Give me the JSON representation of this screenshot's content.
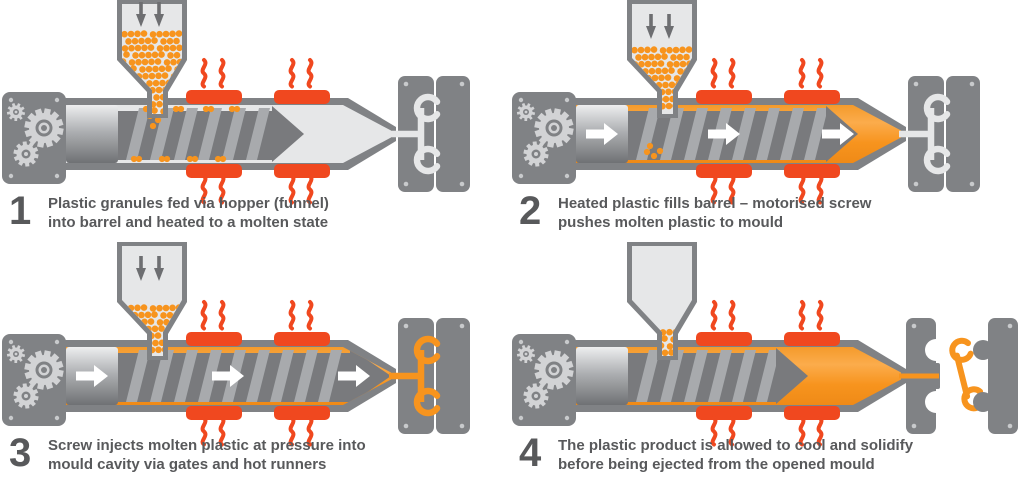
{
  "page": {
    "background": "#FFFFFF"
  },
  "colors": {
    "plastic_orange": "#F7941E",
    "plastic_orange_hi": "#FBAC4C",
    "plastic_orange_lo": "#EF8A17",
    "heater_red_orange": "#F0481F",
    "machine_grey": "#808285",
    "screw_dark_grey": "#797A7D",
    "screw_stripe_grey": "#A8AAAD",
    "light_grey": "#E6E7E8",
    "gear_light_grey": "#D2D3D5",
    "bolt_grey": "#C8CACC",
    "feed_arrow_grey": "#6D6E71",
    "flow_arrow_white": "#FFFFFF",
    "text_grey": "#58595B"
  },
  "steps": [
    {
      "number": "1",
      "caption_lines": [
        "Plastic granules fed via hopper (funnel)",
        "into barrel and heated to a molten state"
      ],
      "state": {
        "hopper": "full of orange granules",
        "feed_arrows": "two down-arrows above hopper",
        "barrel": "empty (light grey), granules entering around screw",
        "heater_bands": "on, heat waves above and below",
        "flow_arrows": 0,
        "mould": "closed, cavity empty"
      }
    },
    {
      "number": "2",
      "caption_lines": [
        "Heated plastic fills barrel – motorised screw",
        "pushes molten plastic to mould"
      ],
      "state": {
        "hopper": "two-thirds full of granules",
        "feed_arrows": "two down-arrows inside hopper",
        "barrel": "filled with molten orange plastic, screw advanced",
        "heater_bands": "on, heat waves above and below",
        "flow_arrows": 3,
        "mould": "closed, cavity empty"
      }
    },
    {
      "number": "3",
      "caption_lines": [
        "Screw injects molten plastic at pressure into",
        "mould cavity via gates and hot runners"
      ],
      "state": {
        "hopper": "one-third full of granules",
        "feed_arrows": "two down-arrows inside hopper",
        "barrel": "thin molten lining, screw fully forward into nozzle",
        "heater_bands": "on, heat waves above and below",
        "flow_arrows": 3,
        "mould": "closed, runners and cavity filled orange"
      }
    },
    {
      "number": "4",
      "caption_lines": [
        "The plastic product is allowed to cool and solidify",
        "before being ejected from the opened mould"
      ],
      "state": {
        "hopper": "nearly empty, few granules in neck",
        "feed_arrows": "none",
        "barrel": "full of molten orange plastic, screw retracted",
        "heater_bands": "on, heat waves above and below",
        "flow_arrows": 0,
        "mould": "opened, orange moulded product ejected between halves"
      }
    }
  ]
}
